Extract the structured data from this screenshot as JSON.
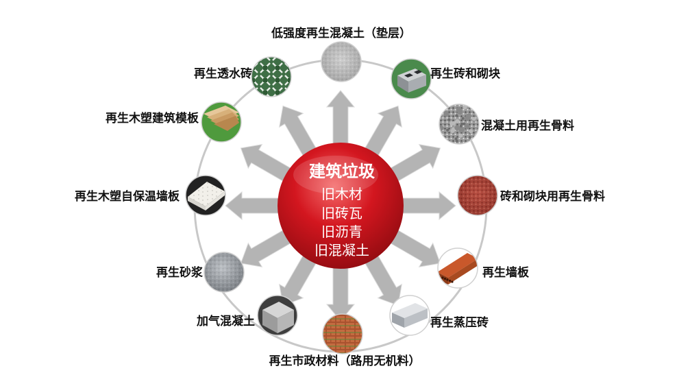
{
  "center": {
    "title": "建筑垃圾",
    "items": [
      "旧木材",
      "旧砖瓦",
      "旧沥青",
      "旧混凝土"
    ]
  },
  "products": [
    {
      "label": "低强度再生混凝土（垫层）",
      "icon": "gravel-concrete-sample-icon"
    },
    {
      "label": "再生砖和砌块",
      "icon": "hollow-block-icon"
    },
    {
      "label": "混凝土用再生骨料",
      "icon": "gray-aggregate-icon"
    },
    {
      "label": "砖和砌块用再生骨料",
      "icon": "red-aggregate-icon"
    },
    {
      "label": "再生墙板",
      "icon": "wall-panel-icon"
    },
    {
      "label": "再生蒸压砖",
      "icon": "autoclaved-brick-icon"
    },
    {
      "label": "再生市政材料（路用无机料）",
      "icon": "paving-icon"
    },
    {
      "label": "加气混凝土",
      "icon": "aerated-concrete-block-icon"
    },
    {
      "label": "再生砂浆",
      "icon": "mortar-icon"
    },
    {
      "label": "再生木塑自保温墙板",
      "icon": "insulation-board-icon"
    },
    {
      "label": "再生木塑建筑模板",
      "icon": "formwork-boards-icon"
    },
    {
      "label": "再生透水砖",
      "icon": "permeable-brick-icon"
    }
  ],
  "colors": {
    "center_red": "#c8141b",
    "ring_gray": "#c8c8c8",
    "arrow_gray": "#b4b4b4"
  }
}
